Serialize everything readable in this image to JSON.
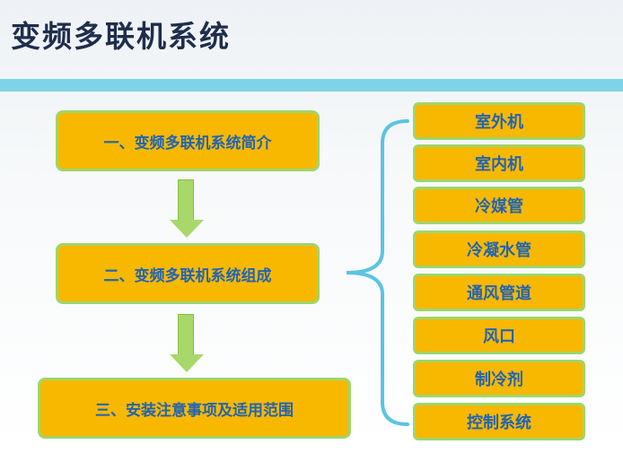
{
  "title": "变频多联机系统",
  "steps": [
    {
      "label": "一、变频多联机系统简介"
    },
    {
      "label": "二、变频多联机系统组成"
    },
    {
      "label": "三、安装注意事项及适用范围"
    }
  ],
  "components": [
    {
      "label": "室外机"
    },
    {
      "label": "室内机"
    },
    {
      "label": "冷媒管"
    },
    {
      "label": "冷凝水管"
    },
    {
      "label": "通风管道"
    },
    {
      "label": "风口"
    },
    {
      "label": "制冷剂"
    },
    {
      "label": "控制系统"
    }
  ],
  "colors": {
    "box_fill": "#f8b800",
    "box_border": "#9ed66a",
    "text": "#2164b3",
    "title": "#1f2d4d",
    "title_bar": "#7fd3e6",
    "brace": "#5bc4e2"
  }
}
